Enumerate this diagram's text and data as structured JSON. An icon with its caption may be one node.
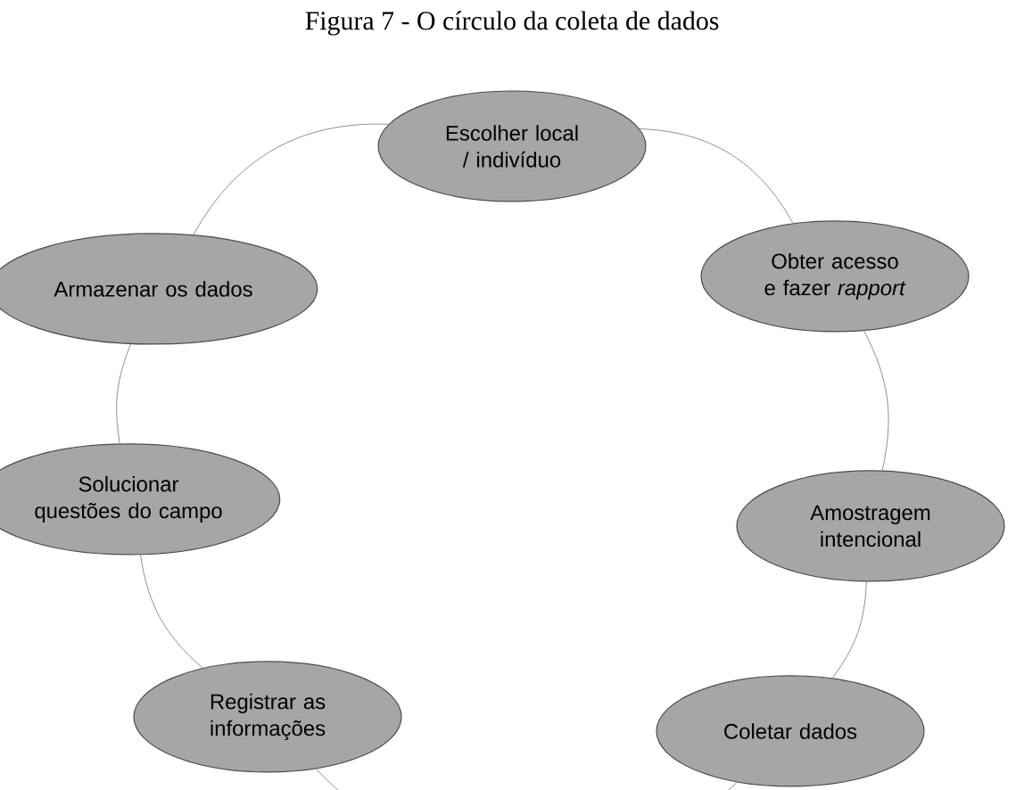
{
  "diagram": {
    "title": "Figura 7 - O círculo da coleta de dados",
    "nodes": [
      {
        "text": [
          "Escolher local / indivíduo"
        ]
      },
      {
        "text": [
          "Obter acesso e fazer *rapport*"
        ]
      },
      {
        "text": [
          "Amostragem intencional"
        ]
      },
      {
        "text": [
          "Coletar dados"
        ]
      },
      {
        "text": [
          "Registrar as informações"
        ]
      },
      {
        "text": [
          "Solucionar questões do campo"
        ]
      },
      {
        "text": [
          "Armazenar os dados"
        ]
      }
    ],
    "edges": [
      {
        "from": 0,
        "to": 1,
        "arrow": "none"
      },
      {
        "from": 1,
        "to": 2,
        "arrow": "none"
      },
      {
        "from": 2,
        "to": 3,
        "arrow": "none"
      },
      {
        "from": 3,
        "to": 4,
        "arrow": "none"
      },
      {
        "from": 4,
        "to": 5,
        "arrow": "none"
      },
      {
        "from": 5,
        "to": 6,
        "arrow": "none"
      },
      {
        "from": 6,
        "to": 0,
        "arrow": "none"
      }
    ]
  }
}
